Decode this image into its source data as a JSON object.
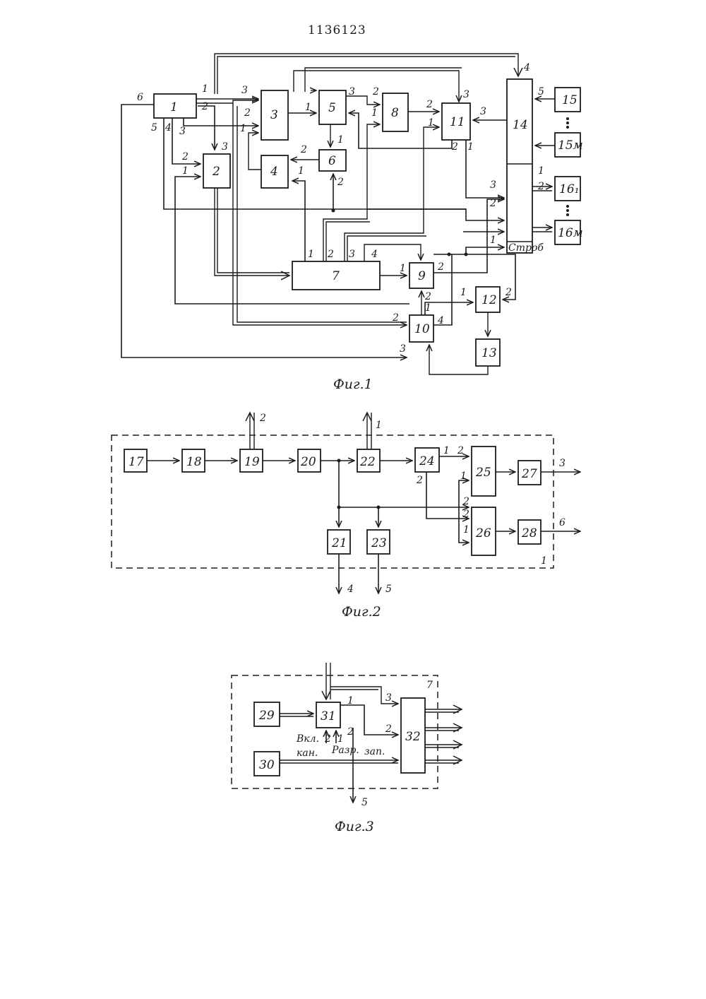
{
  "document_number": "1136123",
  "figures": [
    {
      "caption": "Фиг.1",
      "blocks": [
        "1",
        "2",
        "3",
        "4",
        "5",
        "6",
        "7",
        "8",
        "9",
        "10",
        "11",
        "12",
        "13",
        "14",
        "15",
        "15м",
        "16₁",
        "16м"
      ],
      "pin_labels": [
        "1",
        "2",
        "3",
        "4",
        "5",
        "6",
        "Строб"
      ]
    },
    {
      "caption": "Фиг.2",
      "container": "1",
      "blocks": [
        "17",
        "18",
        "19",
        "20",
        "21",
        "22",
        "23",
        "24",
        "25",
        "26",
        "27",
        "28"
      ],
      "outputs": [
        "1",
        "2",
        "3",
        "4",
        "5",
        "6"
      ]
    },
    {
      "caption": "Фиг.3",
      "container": "7",
      "blocks": [
        "29",
        "30",
        "31",
        "32"
      ],
      "input_labels": [
        "Вкл.",
        "кан.",
        "Разр.",
        "зап."
      ],
      "outputs": [
        "5"
      ]
    }
  ]
}
